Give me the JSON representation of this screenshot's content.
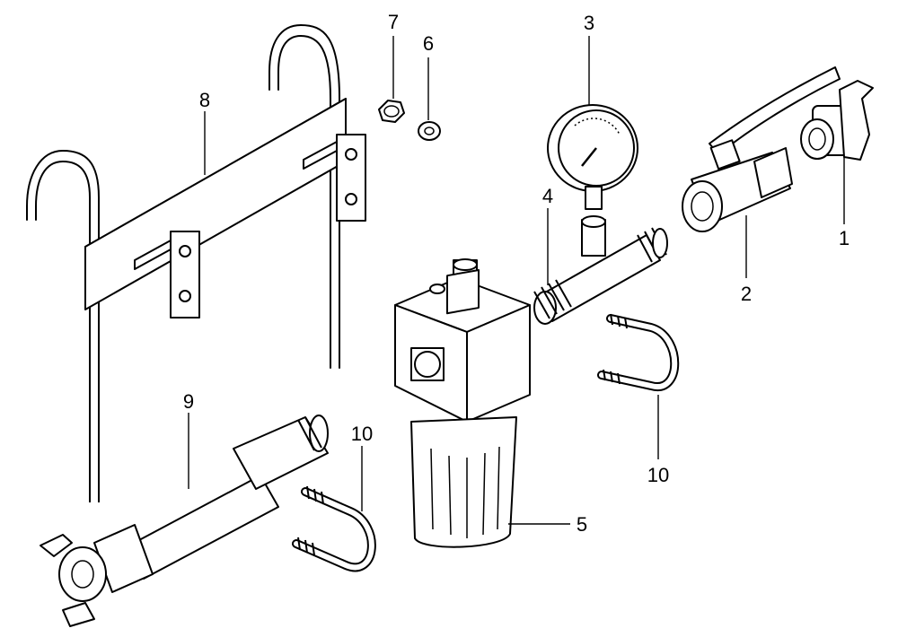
{
  "callouts": {
    "c1": "1",
    "c2": "2",
    "c3": "3",
    "c4": "4",
    "c5": "5",
    "c6": "6",
    "c7": "7",
    "c8": "8",
    "c9": "9",
    "c10a": "10",
    "c10b": "10"
  },
  "colors": {
    "line": "#000000",
    "background": "#ffffff"
  }
}
